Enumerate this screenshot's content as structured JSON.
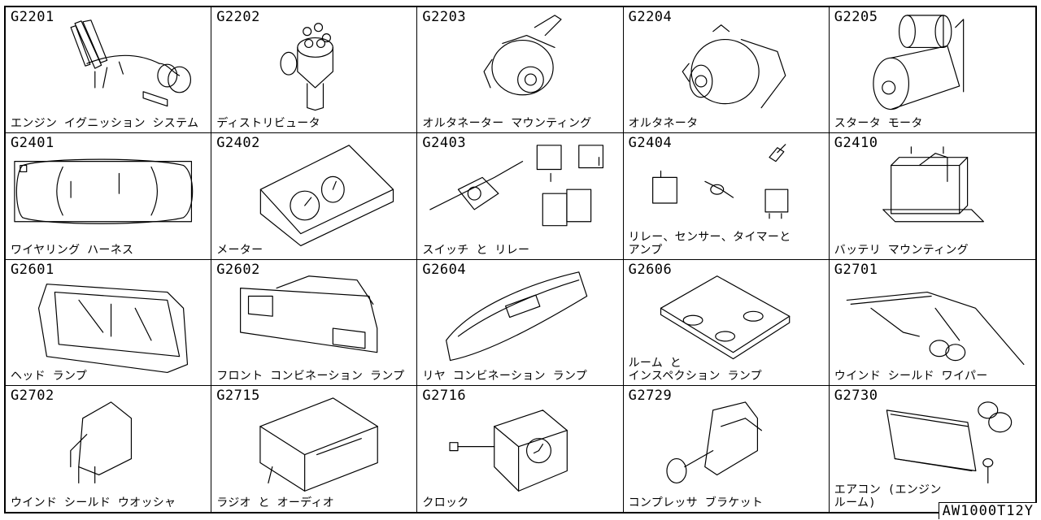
{
  "catalog": {
    "reference_code": "AW1000T12Y",
    "cells": [
      {
        "code": "G2201",
        "name": "エンジン イグニッション システム"
      },
      {
        "code": "G2202",
        "name": "ディストリビュータ"
      },
      {
        "code": "G2203",
        "name": "オルタネーター マウンティング"
      },
      {
        "code": "G2204",
        "name": "オルタネータ"
      },
      {
        "code": "G2205",
        "name": "スタータ モータ"
      },
      {
        "code": "G2401",
        "name": "ワイヤリング ハーネス"
      },
      {
        "code": "G2402",
        "name": "メーター"
      },
      {
        "code": "G2403",
        "name": "スイッチ と リレー"
      },
      {
        "code": "G2404",
        "name": "リレー、センサー、タイマーと\nアンプ"
      },
      {
        "code": "G2410",
        "name": "バッテリ マウンティング"
      },
      {
        "code": "G2601",
        "name": "ヘッド ランプ"
      },
      {
        "code": "G2602",
        "name": "フロント コンビネーション ランプ"
      },
      {
        "code": "G2604",
        "name": "リヤ コンビネーション ランプ"
      },
      {
        "code": "G2606",
        "name": "ルーム と\nインスペクション ランプ"
      },
      {
        "code": "G2701",
        "name": "ウインド シールド ワイパー"
      },
      {
        "code": "G2702",
        "name": "ウインド シールド ウオッシャ"
      },
      {
        "code": "G2715",
        "name": "ラジオ と オーディオ"
      },
      {
        "code": "G2716",
        "name": "クロック"
      },
      {
        "code": "G2729",
        "name": "コンプレッサ ブラケット"
      },
      {
        "code": "G2730",
        "name": "エアコン (エンジン\nルーム)"
      }
    ]
  }
}
